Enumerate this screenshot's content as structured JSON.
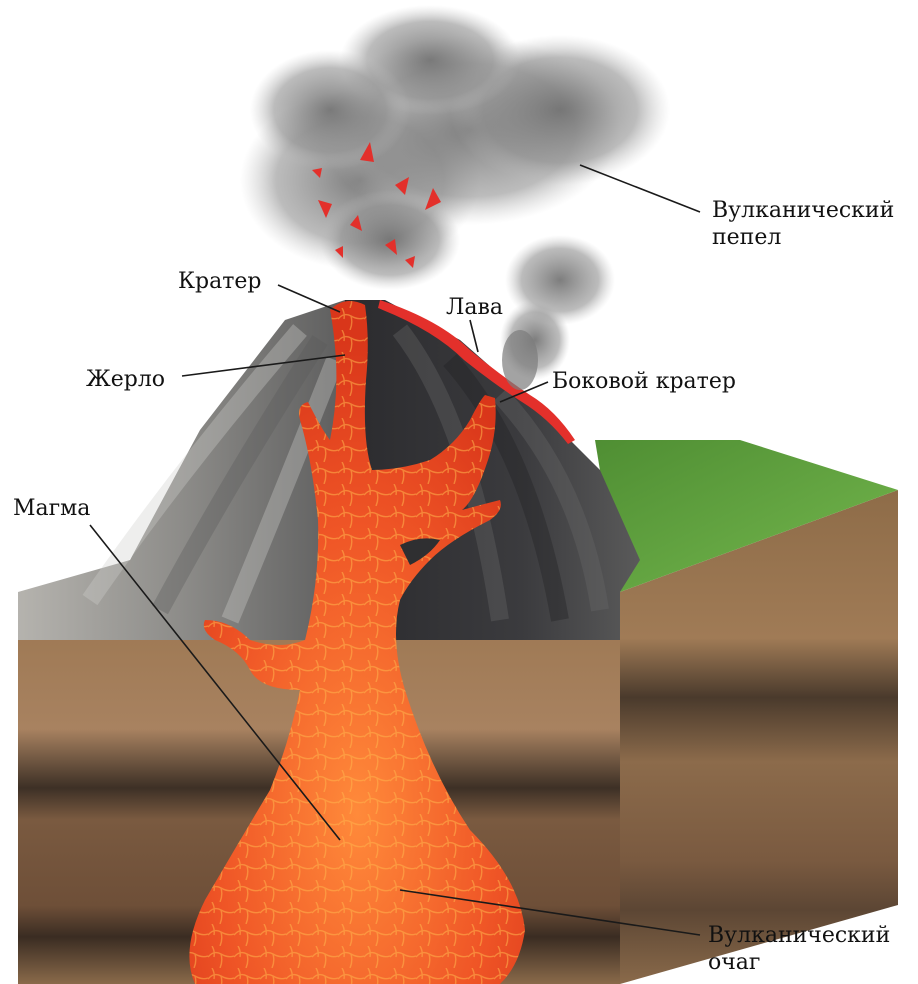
{
  "labels": {
    "ash": [
      "Вулканический",
      "пепел"
    ],
    "crater": "Кратер",
    "lava": "Лава",
    "vent": "Жерло",
    "side_crater": "Боковой кратер",
    "magma": "Магма",
    "chamber": [
      "Вулканический",
      "очаг"
    ]
  },
  "colors": {
    "magma": "#e8401f",
    "magma_light": "#ff7a3a",
    "magma_vein": "#ffb24a",
    "ash": "#5a5a5a",
    "cone_dark": "#2e2e30",
    "cone_light": "#9a9a98",
    "soil": "#a07a52",
    "soil_dark": "#4a3826",
    "grass": "#5fa33e",
    "leader": "#1a1a1a"
  }
}
